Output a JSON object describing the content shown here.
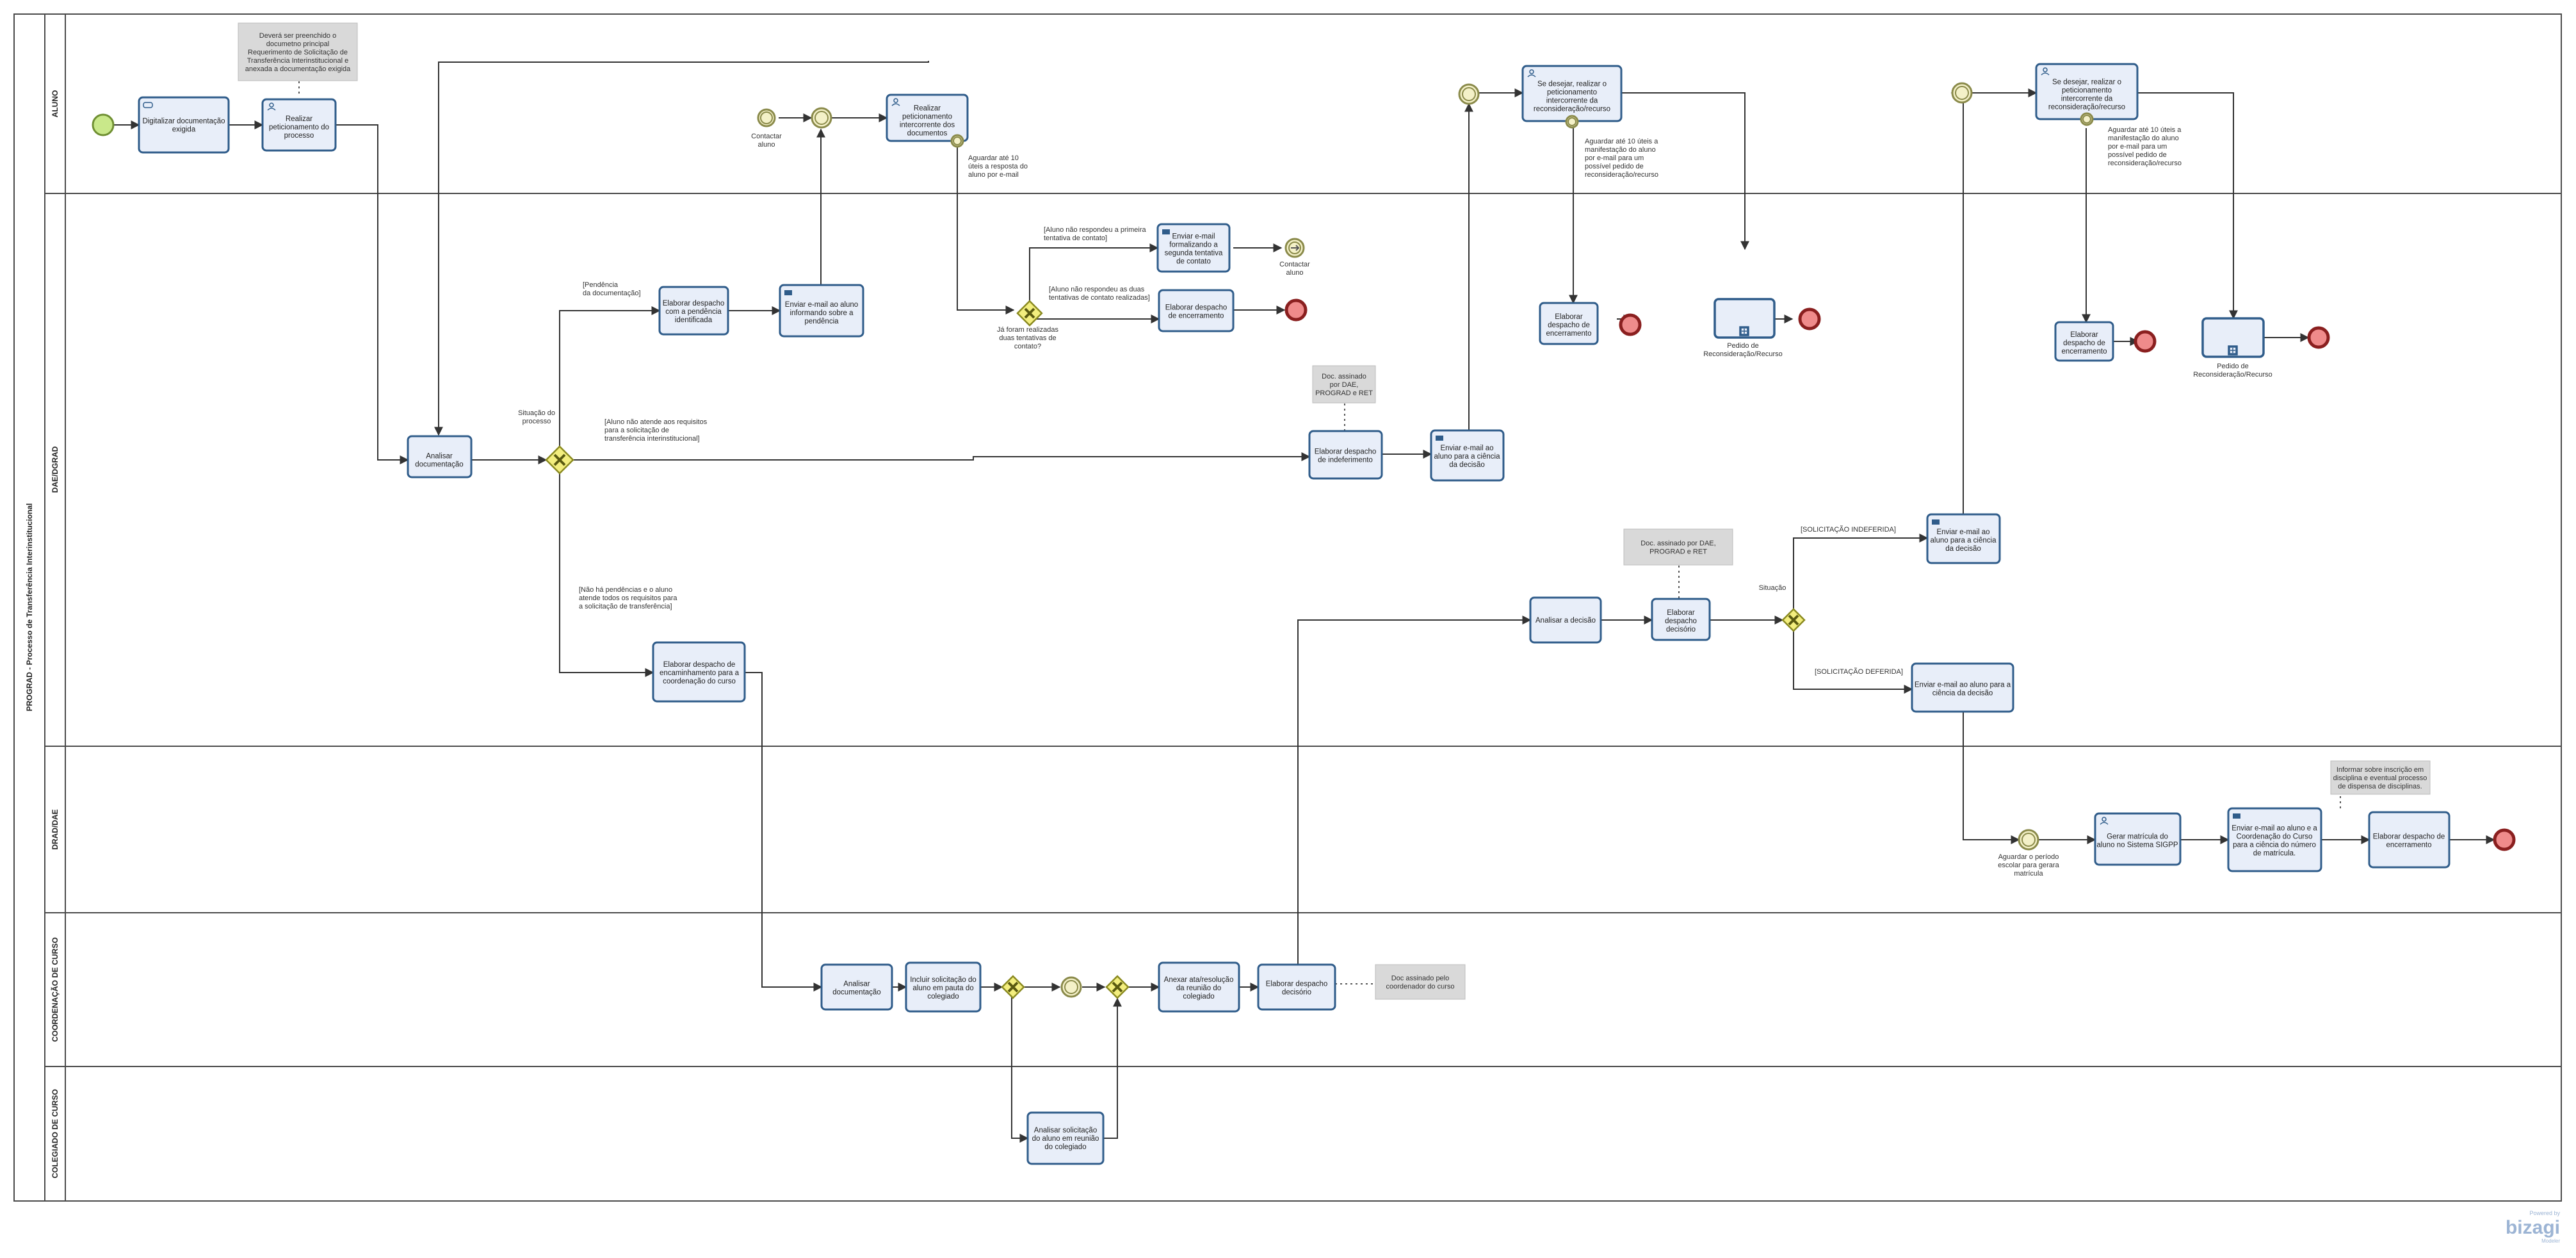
{
  "pool": {
    "title": "PROGRAD - Processo de Transferência Interinstitucional"
  },
  "lanes": [
    "ALUNO",
    "DAE/DGRAD",
    "DRAD/DAE",
    "COORDENAÇÃO DE CURSO",
    "COLEGIADO DE CURSO"
  ],
  "tasks": {
    "t1": [
      "Digitalizar documentação",
      "exigida"
    ],
    "t2": [
      "Realizar",
      "peticionamento do",
      "processo"
    ],
    "t3": [
      "Realizar",
      "peticionamento",
      "intercorrente dos",
      "documentos"
    ],
    "t4": [
      "Se desejar, realizar o",
      "peticionamento",
      "intercorrente da",
      "reconsideração/recurso"
    ],
    "t5": [
      "Se desejar, realizar o",
      "peticionamento",
      "intercorrente da",
      "reconsideração/recurso"
    ],
    "t6": [
      "Analisar",
      "documentação"
    ],
    "t7": [
      "Elaborar despacho",
      "com a pendência",
      "identificada"
    ],
    "t8": [
      "Enviar e-mail ao aluno",
      "informando sobre a",
      "pendência"
    ],
    "t9": [
      "Enviar e-mail",
      "formalizando a",
      "segunda tentativa",
      "de contato"
    ],
    "t10": [
      "Elaborar despacho",
      "de encerramento"
    ],
    "t11": [
      "Elaborar despacho",
      "de indeferimento"
    ],
    "t12": [
      "Enviar e-mail ao",
      "aluno para a ciência",
      "da decisão"
    ],
    "t13": [
      "Elaborar",
      "despacho de",
      "encerramento"
    ],
    "t14": [
      "Elaborar",
      "despacho de",
      "encerramento"
    ],
    "t15": [
      "Elaborar despacho de",
      "encaminhamento para a",
      "coordenação do curso"
    ],
    "t16": [
      "Analisar a decisão"
    ],
    "t17": [
      "Elaborar",
      "despacho",
      "decisório"
    ],
    "t18": [
      "Enviar e-mail ao",
      "aluno para a ciência",
      "da decisão"
    ],
    "t19": [
      "Enviar e-mail ao aluno para a",
      "ciência da decisão"
    ],
    "t20": [
      "Gerar matrícula  do",
      "aluno no Sistema SIGPP"
    ],
    "t21": [
      "Enviar e-mail ao aluno e a",
      "Coordenação do Curso",
      "para a ciência do número",
      "de matrícula."
    ],
    "t22": [
      "Elaborar despacho de",
      "encerramento"
    ],
    "t23": [
      "Analisar",
      "documentação"
    ],
    "t24": [
      "Incluir solicitação do",
      "aluno em pauta do",
      "colegiado"
    ],
    "t25": [
      "Anexar ata/resolução",
      "da reunião do",
      "colegiado"
    ],
    "t26": [
      "Elaborar despacho",
      "decisório"
    ],
    "t27": [
      "Analisar solicitação",
      "do aluno em reunião",
      "do colegiado"
    ]
  },
  "subprocesses": {
    "s1": [
      "Pedido de",
      "Reconsideração/Recurso"
    ],
    "s2": [
      "Pedido de",
      "Reconsideração/Recurso"
    ]
  },
  "annotations": {
    "a1": [
      "Deverá ser preenchido o",
      "documetno principal",
      "Requerimento de Solicitação de",
      "Transferência Interinstitucional e",
      "anexada a documentação exigida"
    ],
    "a2": [
      "Doc. assinado",
      "por DAE,",
      "PROGRAD e RET"
    ],
    "a3": [
      "Doc. assinado por DAE,",
      "PROGRAD e RET"
    ],
    "a4": [
      "Doc assinado pelo",
      "coordenador do curso"
    ],
    "a5": [
      "Informar sobre inscrição em",
      "disciplina e eventual processo",
      "de dispensa de disciplinas."
    ]
  },
  "labels": {
    "contactar1": [
      "Contactar",
      "aluno"
    ],
    "contactar2": [
      "Contactar",
      "aluno"
    ],
    "aguardar_resposta": [
      "Aguardar até 10",
      "úteis a resposta do",
      "aluno por e-mail"
    ],
    "aguardar_recon1": [
      "Aguardar até 10 úteis a",
      "manifestação do aluno",
      "por e-mail para um",
      "possível pedido de",
      "reconsideração/recurso"
    ],
    "aguardar_recon2": [
      "Aguardar até 10 úteis a",
      "manifestação do aluno",
      "por e-mail para um",
      "possível pedido de",
      "reconsideração/recurso"
    ],
    "aguardar_periodo": [
      "Aguardar o período",
      "escolar para gerara",
      "matrícula"
    ],
    "situacao_processo": [
      "Situação do",
      "processo"
    ],
    "pendencia": [
      "[Pendência",
      "da documentação]"
    ],
    "nao_atende": [
      "[Aluno não atende aos requisitos",
      "para a solicitação de",
      "transferência interinstitucional]"
    ],
    "sem_pendencias": [
      "[Não há pendências e o aluno",
      "atende todos os requisitos para",
      "a solicitação de transferência]"
    ],
    "ja_foram": [
      "Já foram realizadas",
      "duas tentativas de",
      "contato?"
    ],
    "nao_respondeu1": [
      "[Aluno não respondeu a primeira",
      "tentativa de contato]"
    ],
    "nao_respondeu2": [
      "[Aluno não respondeu as duas",
      "tentativas de contato realizadas]"
    ],
    "situacao": [
      "Situação"
    ],
    "indeferida": [
      "[SOLICITAÇÃO INDEFERIDA]"
    ],
    "deferida": [
      "[SOLICITAÇÃO DEFERIDA]"
    ]
  },
  "brand": {
    "powered": "Powered by",
    "name": "bizagi",
    "sub": "Modeler"
  }
}
